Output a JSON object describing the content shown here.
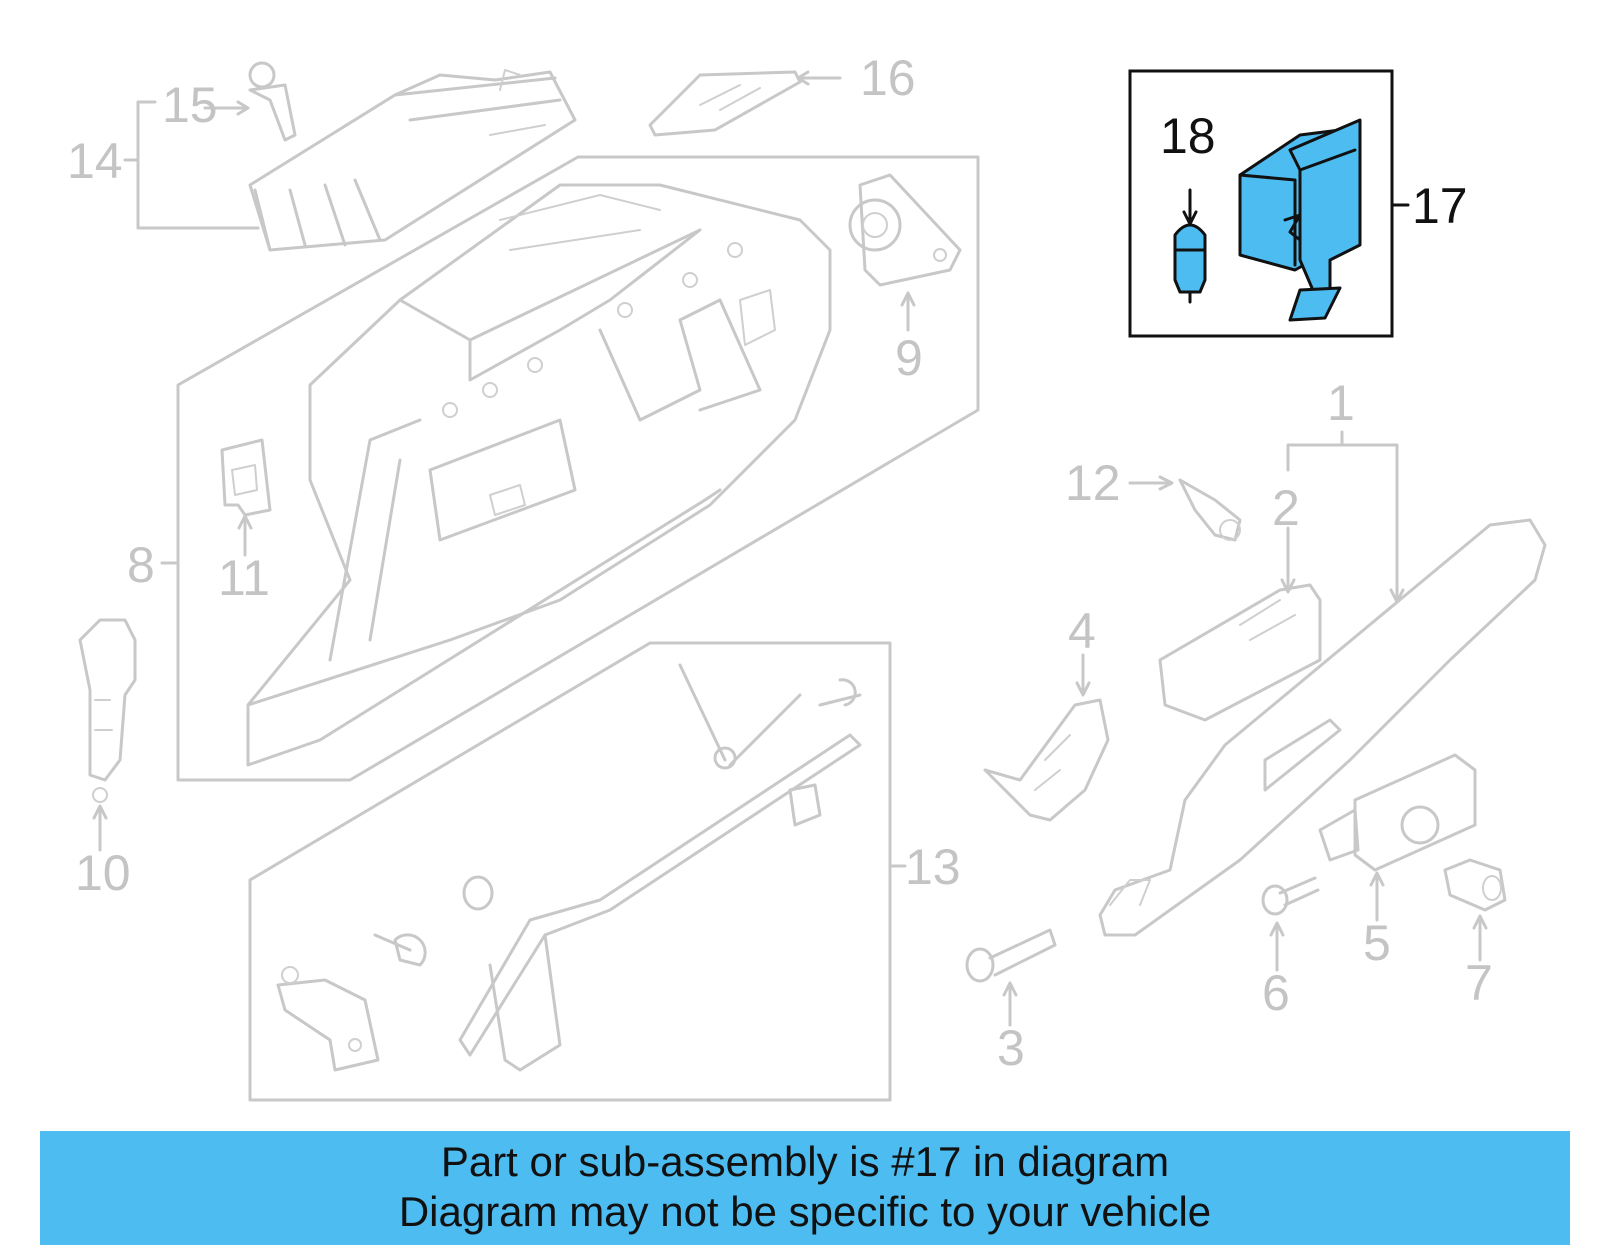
{
  "callouts": {
    "c1": "1",
    "c2": "2",
    "c3": "3",
    "c4": "4",
    "c5": "5",
    "c6": "6",
    "c7": "7",
    "c8": "8",
    "c9": "9",
    "c10": "10",
    "c11": "11",
    "c12": "12",
    "c13": "13",
    "c14": "14",
    "c15": "15",
    "c16": "16",
    "c17": "17",
    "c18": "18"
  },
  "highlight": {
    "part_number": "17",
    "color": "#4dbcf0"
  },
  "banner": {
    "line1": "Part or sub-assembly is #17 in diagram",
    "line2": "Diagram may not be specific to your vehicle",
    "background": "#4dbcf0"
  }
}
